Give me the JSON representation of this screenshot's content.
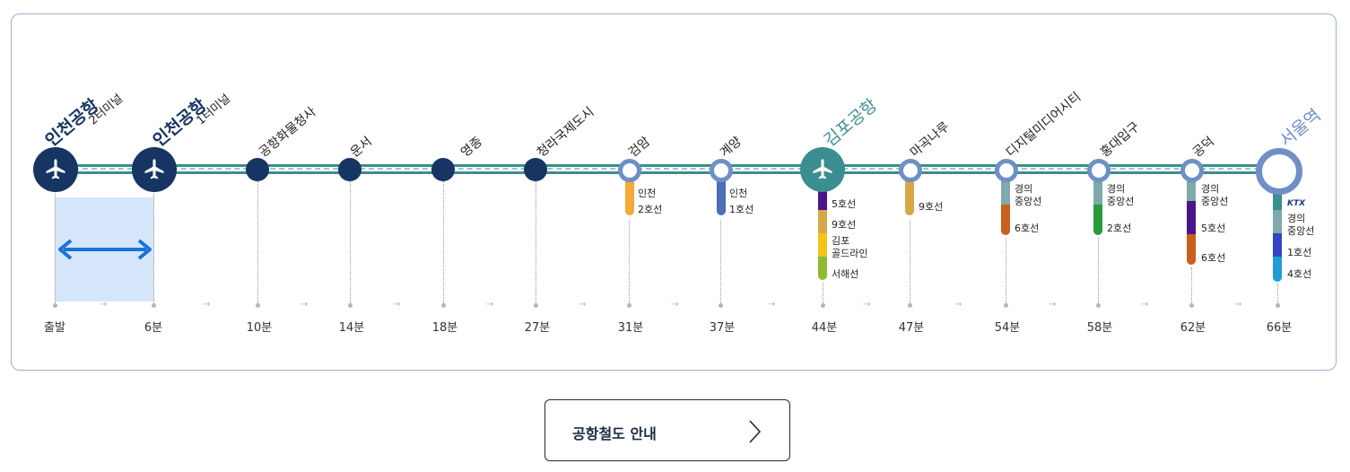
{
  "stations": {
    "s1": {
      "name": "인천공항",
      "sub": "2터미널",
      "time": "출발"
    },
    "s2": {
      "name": "인천공항",
      "sub": "1터미널",
      "time": "6분"
    },
    "s3": {
      "name": "공항화물청사",
      "time": "10분"
    },
    "s4": {
      "name": "운서",
      "time": "14분"
    },
    "s5": {
      "name": "영종",
      "time": "18분"
    },
    "s6": {
      "name": "청라국제도시",
      "time": "27분"
    },
    "s7": {
      "name": "검암",
      "time": "31분",
      "transfers": [
        "인천",
        "2호선"
      ]
    },
    "s8": {
      "name": "계양",
      "time": "37분",
      "transfers": [
        "인천",
        "1호선"
      ]
    },
    "s9": {
      "name": "김포공항",
      "time": "44분",
      "transfers": [
        "5호선",
        "9호선",
        "김포",
        "골드라인",
        "서해선"
      ]
    },
    "s10": {
      "name": "마곡나루",
      "time": "47분",
      "transfers": [
        "9호선"
      ]
    },
    "s11": {
      "name": "디지털미디어시티",
      "time": "54분",
      "transfers": [
        "경의",
        "중앙선",
        "6호선"
      ]
    },
    "s12": {
      "name": "홍대입구",
      "time": "58분",
      "transfers": [
        "경의",
        "중앙선",
        "2호선"
      ]
    },
    "s13": {
      "name": "공덕",
      "time": "62분",
      "transfers": [
        "경의",
        "중앙선",
        "5호선",
        "6호선"
      ]
    },
    "s14": {
      "name": "서울역",
      "time": "66분",
      "transfers": [
        "KTX",
        "경의",
        "중앙선",
        "1호선",
        "4호선"
      ]
    }
  },
  "button": {
    "label": "공항철도 안내",
    "icon": "chevron-right-icon"
  },
  "colors": {
    "navy": "#163563",
    "teal": "#3b8e90",
    "ring": "#6f8fc6",
    "line_incheon2": "#f4a93a",
    "line_1": "#4c6fb5",
    "line_5": "#4a148c",
    "line_9": "#d6a845",
    "line_gimpo_gold": "#f2c419",
    "line_seohae": "#8dbb33",
    "line_gyeongui": "#7fa9ab",
    "line_6": "#c8611b",
    "line_2": "#2a9b3c",
    "line_4": "#1e9ed9",
    "segment_highlight": "#d6e6fa",
    "arrow": "#1a73d8"
  }
}
